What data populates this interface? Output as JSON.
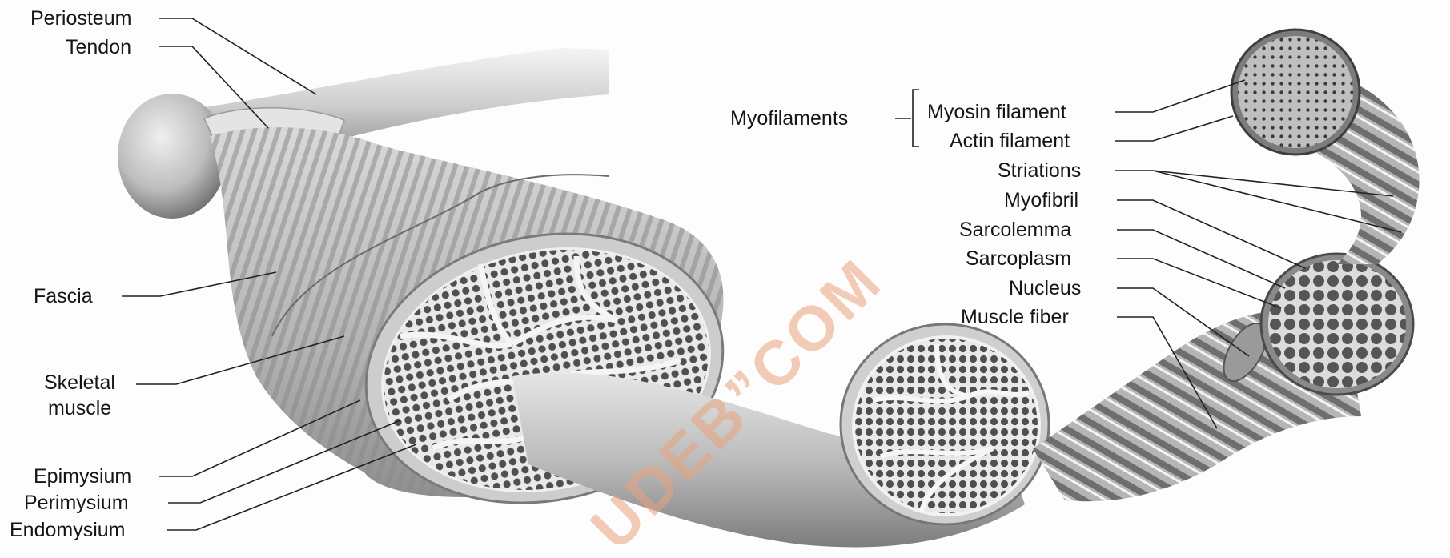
{
  "labels": {
    "periosteum": "Periosteum",
    "tendon": "Tendon",
    "fascia": "Fascia",
    "skeletal_muscle_1": "Skeletal",
    "skeletal_muscle_2": "muscle",
    "epimysium": "Epimysium",
    "perimysium": "Perimysium",
    "endomysium": "Endomysium",
    "myofilaments": "Myofilaments",
    "myosin_filament": "Myosin filament",
    "actin_filament": "Actin filament",
    "striations": "Striations",
    "myofibril": "Myofibril",
    "sarcolemma": "Sarcolemma",
    "sarcoplasm": "Sarcoplasm",
    "nucleus": "Nucleus",
    "muscle_fiber": "Muscle fiber"
  },
  "watermark": "UDEB”COM",
  "colors": {
    "tissue_light": "#d6d6d6",
    "tissue_mid": "#a9a9a9",
    "tissue_dark": "#4e4e4e",
    "fiber_bundle": "#5a5a5a",
    "watermark": "#e9a37d"
  }
}
